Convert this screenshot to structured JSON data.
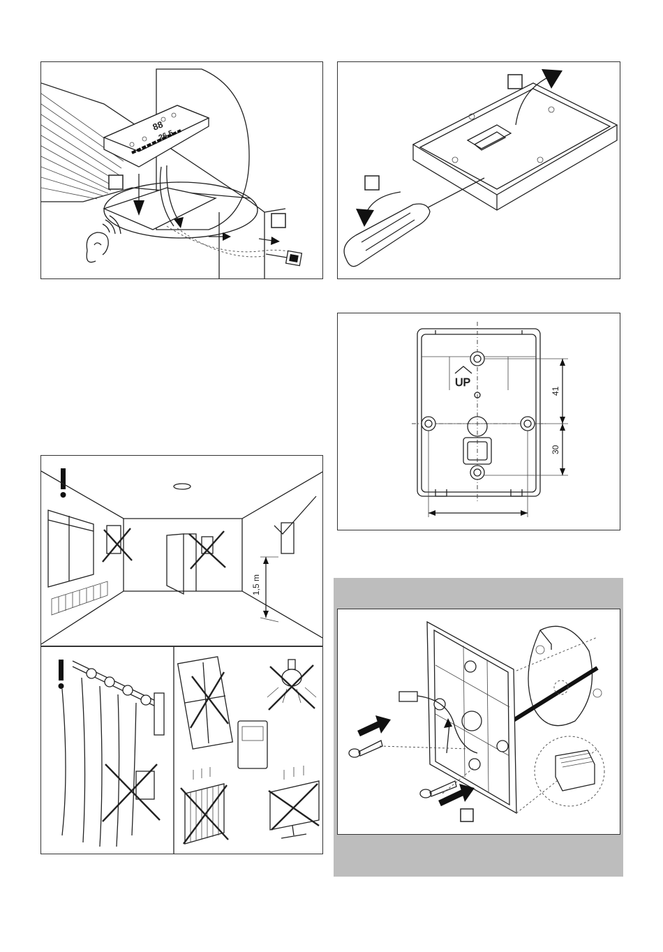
{
  "panels": {
    "install_controller": {
      "display_top": "88",
      "display_bottom": "26.5"
    },
    "open_housing": {},
    "mounting_plate": {
      "up_label": "UP",
      "dimension_top": "41",
      "dimension_bottom": "30"
    },
    "mounting_height": {
      "height_label": "1,5 m"
    },
    "avoid_locations": {},
    "wall_mount": {}
  }
}
